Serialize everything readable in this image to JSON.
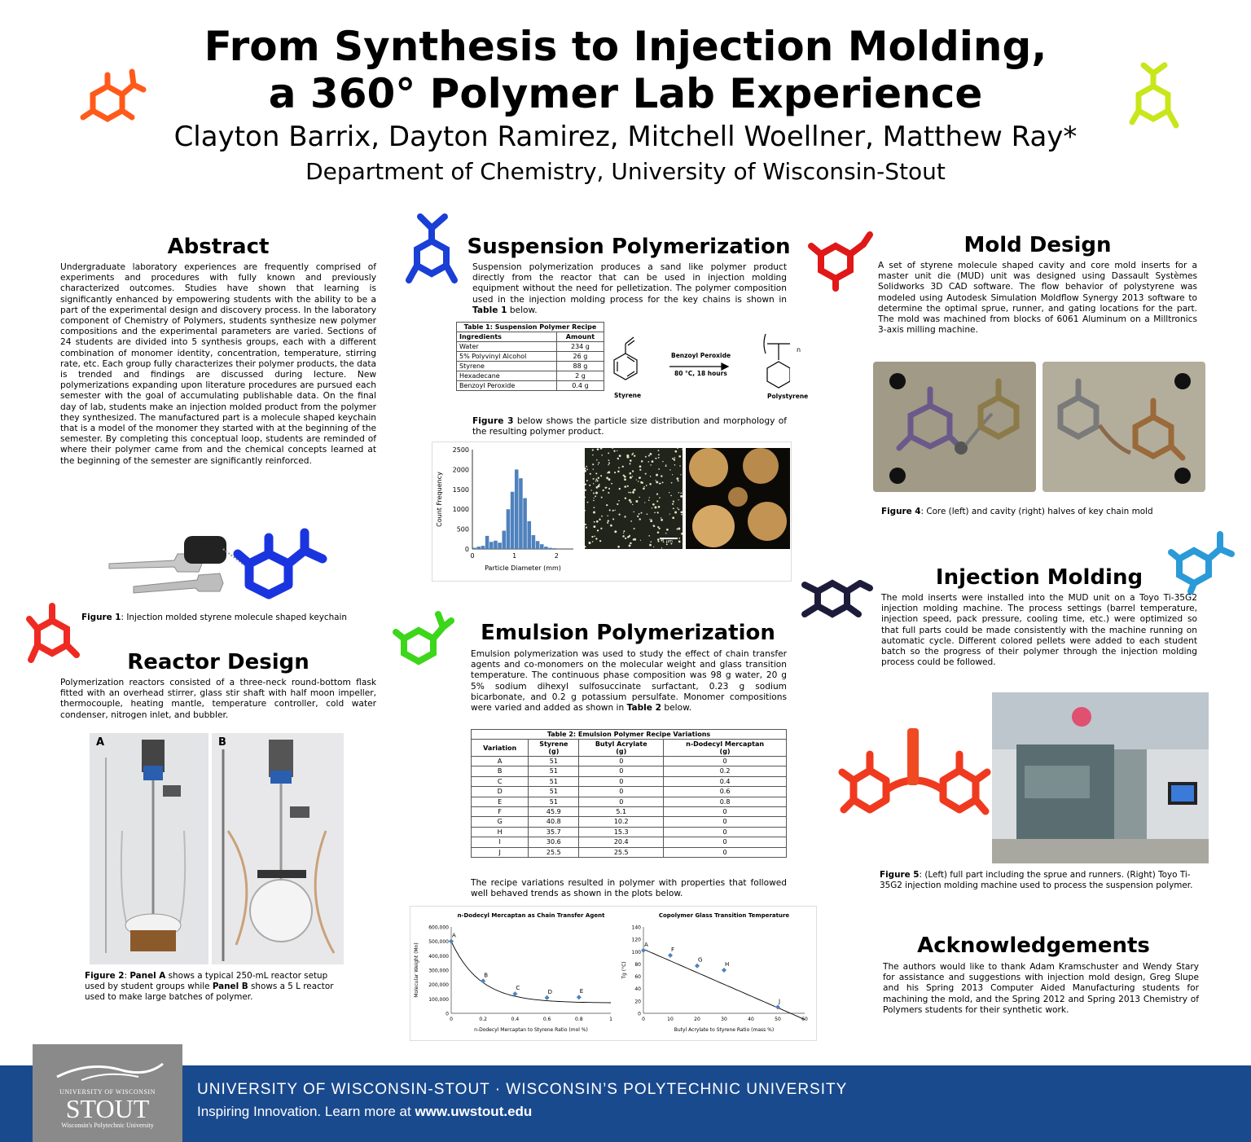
{
  "header": {
    "title_line1": "From Synthesis to Injection Molding,",
    "title_line2": "a 360° Polymer Lab Experience",
    "authors": "Clayton Barrix, Dayton Ramirez, Mitchell Woellner, Matthew Ray*",
    "department": "Department of Chemistry, University of Wisconsin-Stout"
  },
  "abstract": {
    "heading": "Abstract",
    "text": "Undergraduate laboratory experiences are frequently comprised of experiments and procedures with fully known and previously characterized outcomes. Studies have shown that learning is significantly enhanced by empowering students with the ability to be a part of the experimental design and discovery process.  In the laboratory component of Chemistry of Polymers, students synthesize new polymer compositions and the experimental parameters are varied.  Sections of 24 students are divided into 5 synthesis groups, each with a different combination of monomer identity, concentration, temperature, stirring rate, etc.  Each group fully characterizes their polymer products, the data is trended and findings are discussed during lecture.  New polymerizations expanding upon literature procedures are pursued each semester with the goal of accumulating publishable data.  On the final day of lab, students make an injection molded product from the polymer they synthesized.  The manufactured part is a molecule shaped keychain that is a model of the monomer they started with at the beginning of the semester.  By completing this conceptual loop, students are reminded of where their polymer came from and the chemical concepts learned at the beginning of the semester are significantly reinforced.",
    "figure1_label": "Figure 1",
    "figure1_caption": ": Injection molded styrene molecule shaped keychain"
  },
  "reactor": {
    "heading": "Reactor Design",
    "text": "Polymerization reactors consisted of a three-neck round-bottom flask fitted with an overhead stirrer, glass stir shaft with half moon impeller, thermocouple, heating mantle, temperature controller, cold water condenser, nitrogen inlet, and bubbler.",
    "panel_a": "A",
    "panel_b": "B",
    "figure2_label": "Figure 2",
    "figure2_mid1": ": ",
    "panel_a_word": "Panel A",
    "figure2_mid2": " shows a typical 250-mL reactor setup used by student groups while ",
    "panel_b_word": "Panel B",
    "figure2_end": " shows a 5 L reactor used to make large batches of polymer."
  },
  "suspension": {
    "heading": "Suspension Polymerization",
    "text_pre": "Suspension polymerization produces a sand like polymer product directly from the reactor that can be used in injection molding equipment without the need for pelletization.  The polymer composition used in the injection molding process for the key chains is shown in ",
    "text_bold": "Table 1",
    "text_post": " below.",
    "table1_title": "Table 1:  Suspension Polymer Recipe",
    "table1_headers": [
      "Ingredients",
      "Amount"
    ],
    "table1_rows": [
      [
        "Water",
        "234 g"
      ],
      [
        "5% Polyvinyl Alcohol",
        "26 g"
      ],
      [
        "Styrene",
        "88 g"
      ],
      [
        "Hexadecane",
        "2 g"
      ],
      [
        "Benzoyl Peroxide",
        "0.4 g"
      ]
    ],
    "reaction_reagent": "Benzoyl Peroxide",
    "reaction_conditions": "80 °C, 18 hours",
    "reactant_label": "Styrene",
    "product_label": "Polystyrene",
    "product_n": "n",
    "fig3_bold": "Figure 3",
    "fig3_text": " below shows the particle size distribution and morphology of the resulting polymer product.",
    "scale_label": "1 µm"
  },
  "emulsion": {
    "heading": "Emulsion Polymerization",
    "text_pre": "Emulsion polymerization was used to study the effect of chain transfer agents and co-monomers on the molecular weight and glass transition temperature.  The continuous phase composition was 98 g water, 20 g 5% sodium dihexyl sulfosuccinate surfactant, 0.23 g sodium bicarbonate, and 0.2 g potassium persulfate.  Monomer compositions were varied and added as shown in ",
    "text_bold": "Table 2",
    "text_post": " below.",
    "table2_title": "Table 2:  Emulsion Polymer Recipe Variations",
    "table2_headers": [
      "Variation",
      "Styrene\n(g)",
      "Butyl Acrylate\n(g)",
      "n-Dodecyl Mercaptan\n(g)"
    ],
    "table2_rows": [
      [
        "A",
        "51",
        "0",
        "0"
      ],
      [
        "B",
        "51",
        "0",
        "0.2"
      ],
      [
        "C",
        "51",
        "0",
        "0.4"
      ],
      [
        "D",
        "51",
        "0",
        "0.6"
      ],
      [
        "E",
        "51",
        "0",
        "0.8"
      ],
      [
        "F",
        "45.9",
        "5.1",
        "0"
      ],
      [
        "G",
        "40.8",
        "10.2",
        "0"
      ],
      [
        "H",
        "35.7",
        "15.3",
        "0"
      ],
      [
        "I",
        "30.6",
        "20.4",
        "0"
      ],
      [
        "J",
        "25.5",
        "25.5",
        "0"
      ]
    ],
    "after_text": "The recipe variations resulted in polymer with properties that followed well behaved trends as shown in the plots below."
  },
  "mold": {
    "heading": "Mold Design",
    "text": "A set of styrene molecule shaped cavity and core mold inserts for a master unit die (MUD) unit was designed using Dassault Systèmes Solidworks 3D CAD software.  The flow behavior of polystyrene was modeled using Autodesk Simulation Moldflow Synergy 2013 software to determine the optimal sprue, runner, and gating locations for the part.  The mold was machined from blocks of 6061 Aluminum on a Milltronics 3-axis milling machine.",
    "figure4_label": "Figure 4",
    "figure4_caption": ": Core (left) and cavity (right) halves of key chain mold"
  },
  "injection": {
    "heading": "Injection Molding",
    "text": "The mold inserts were installed into the MUD unit on a Toyo Ti-35G2 injection molding machine. The process settings (barrel temperature, injection speed, pack pressure, cooling time, etc.) were optimized so that full parts could be made consistently with the machine running on automatic cycle.  Different colored pellets were added to each student batch so the progress of their polymer through the injection molding process could be followed.",
    "figure5_label": "Figure 5",
    "figure5_caption": ":  (Left) full part including the sprue and runners.  (Right) Toyo Ti-35G2 injection molding machine used to process the suspension polymer."
  },
  "ack": {
    "heading": "Acknowledgements",
    "text": "The authors would like to thank Adam Kramschuster and Wendy Stary for assistance and suggestions with injection mold design, Greg Slupe and his Spring 2013 Computer Aided Manufacturing students for machining the mold, and the Spring 2012 and Spring 2013 Chemistry of Polymers students for their synthetic work."
  },
  "footer": {
    "line1": "UNIVERSITY OF WISCONSIN-STOUT  ·  WISCONSIN’S POLYTECHNIC UNIVERSITY",
    "line2_pre": "Inspiring Innovation. Learn more at ",
    "line2_url": "www.uwstout.edu",
    "logo_top": "UNIVERSITY OF WISCONSIN",
    "logo_main": "STOUT",
    "logo_bottom": "Wisconsin's Polytechnic University"
  },
  "colors": {
    "footer_blue": "#1a4a8e",
    "hist_bar": "#4f81bd",
    "point_blue": "#4f81bd"
  },
  "chart_data": [
    {
      "type": "bar",
      "ylabel": "Count Frequency",
      "xlabel": "Particle Diameter (mm)",
      "ylim": [
        0,
        2500
      ],
      "xlim": [
        0,
        2.4
      ],
      "yticks": [
        "0",
        "500",
        "1000",
        "1500",
        "2000",
        "2500"
      ],
      "xticks": [
        "0",
        "1",
        "2"
      ],
      "bins": [
        0.05,
        0.15,
        0.25,
        0.35,
        0.45,
        0.55,
        0.65,
        0.75,
        0.85,
        0.95,
        1.05,
        1.15,
        1.25,
        1.35,
        1.45,
        1.55,
        1.65,
        1.75,
        1.85,
        1.95
      ],
      "values": [
        30,
        60,
        80,
        330,
        180,
        210,
        160,
        460,
        1000,
        1440,
        2000,
        1780,
        1280,
        700,
        350,
        200,
        120,
        60,
        30,
        20
      ]
    },
    {
      "type": "scatter",
      "title": "n-Dodecyl Mercaptan as Chain Transfer Agent",
      "xlabel": "n-Dodecyl Mercaptan to Styrene Ratio (mol %)",
      "ylabel": "Molecular Weight (Mn)",
      "xlim": [
        0,
        1
      ],
      "ylim": [
        0,
        600000
      ],
      "yticks": [
        "0",
        "100,000",
        "200,000",
        "300,000",
        "400,000",
        "500,000",
        "600,000"
      ],
      "xticks": [
        "0",
        "0.2",
        "0.4",
        "0.6",
        "0.8",
        "1"
      ],
      "points": [
        {
          "label": "A",
          "x": 0,
          "y": 500000
        },
        {
          "label": "B",
          "x": 0.2,
          "y": 225000
        },
        {
          "label": "C",
          "x": 0.4,
          "y": 135000
        },
        {
          "label": "D",
          "x": 0.6,
          "y": 108000
        },
        {
          "label": "E",
          "x": 0.8,
          "y": 112000
        }
      ]
    },
    {
      "type": "scatter",
      "title": "Copolymer Glass Transition Temperature",
      "xlabel": "Butyl Acrylate to Styrene Ratio (mass %)",
      "ylabel": "Tg (°C)",
      "xlim": [
        0,
        60
      ],
      "ylim": [
        0,
        140
      ],
      "yticks": [
        "0",
        "20",
        "40",
        "60",
        "80",
        "100",
        "120",
        "140"
      ],
      "xticks": [
        "0",
        "10",
        "20",
        "30",
        "40",
        "50",
        "60"
      ],
      "points": [
        {
          "label": "A",
          "x": 0,
          "y": 102
        },
        {
          "label": "F",
          "x": 10,
          "y": 94
        },
        {
          "label": "G",
          "x": 20,
          "y": 77
        },
        {
          "label": "H",
          "x": 30,
          "y": 70
        },
        {
          "label": "J",
          "x": 50,
          "y": 10
        }
      ]
    }
  ]
}
